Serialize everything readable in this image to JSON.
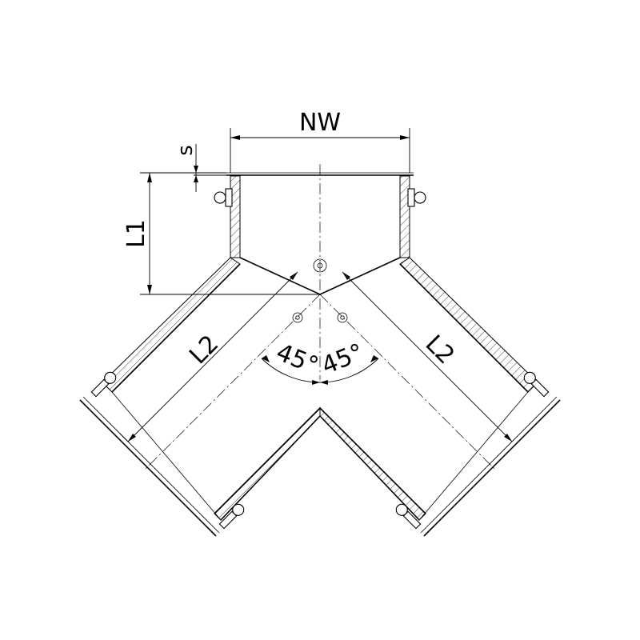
{
  "labels": {
    "nominal_width": "NW",
    "wall_thickness": "s",
    "straight_length": "L1",
    "branch_length_left": "L2",
    "branch_length_right": "L2",
    "angle_left": "45°",
    "angle_right": "45°"
  },
  "icons": {
    "bolt": "bolt-icon",
    "clamp": "clamp-icon"
  }
}
